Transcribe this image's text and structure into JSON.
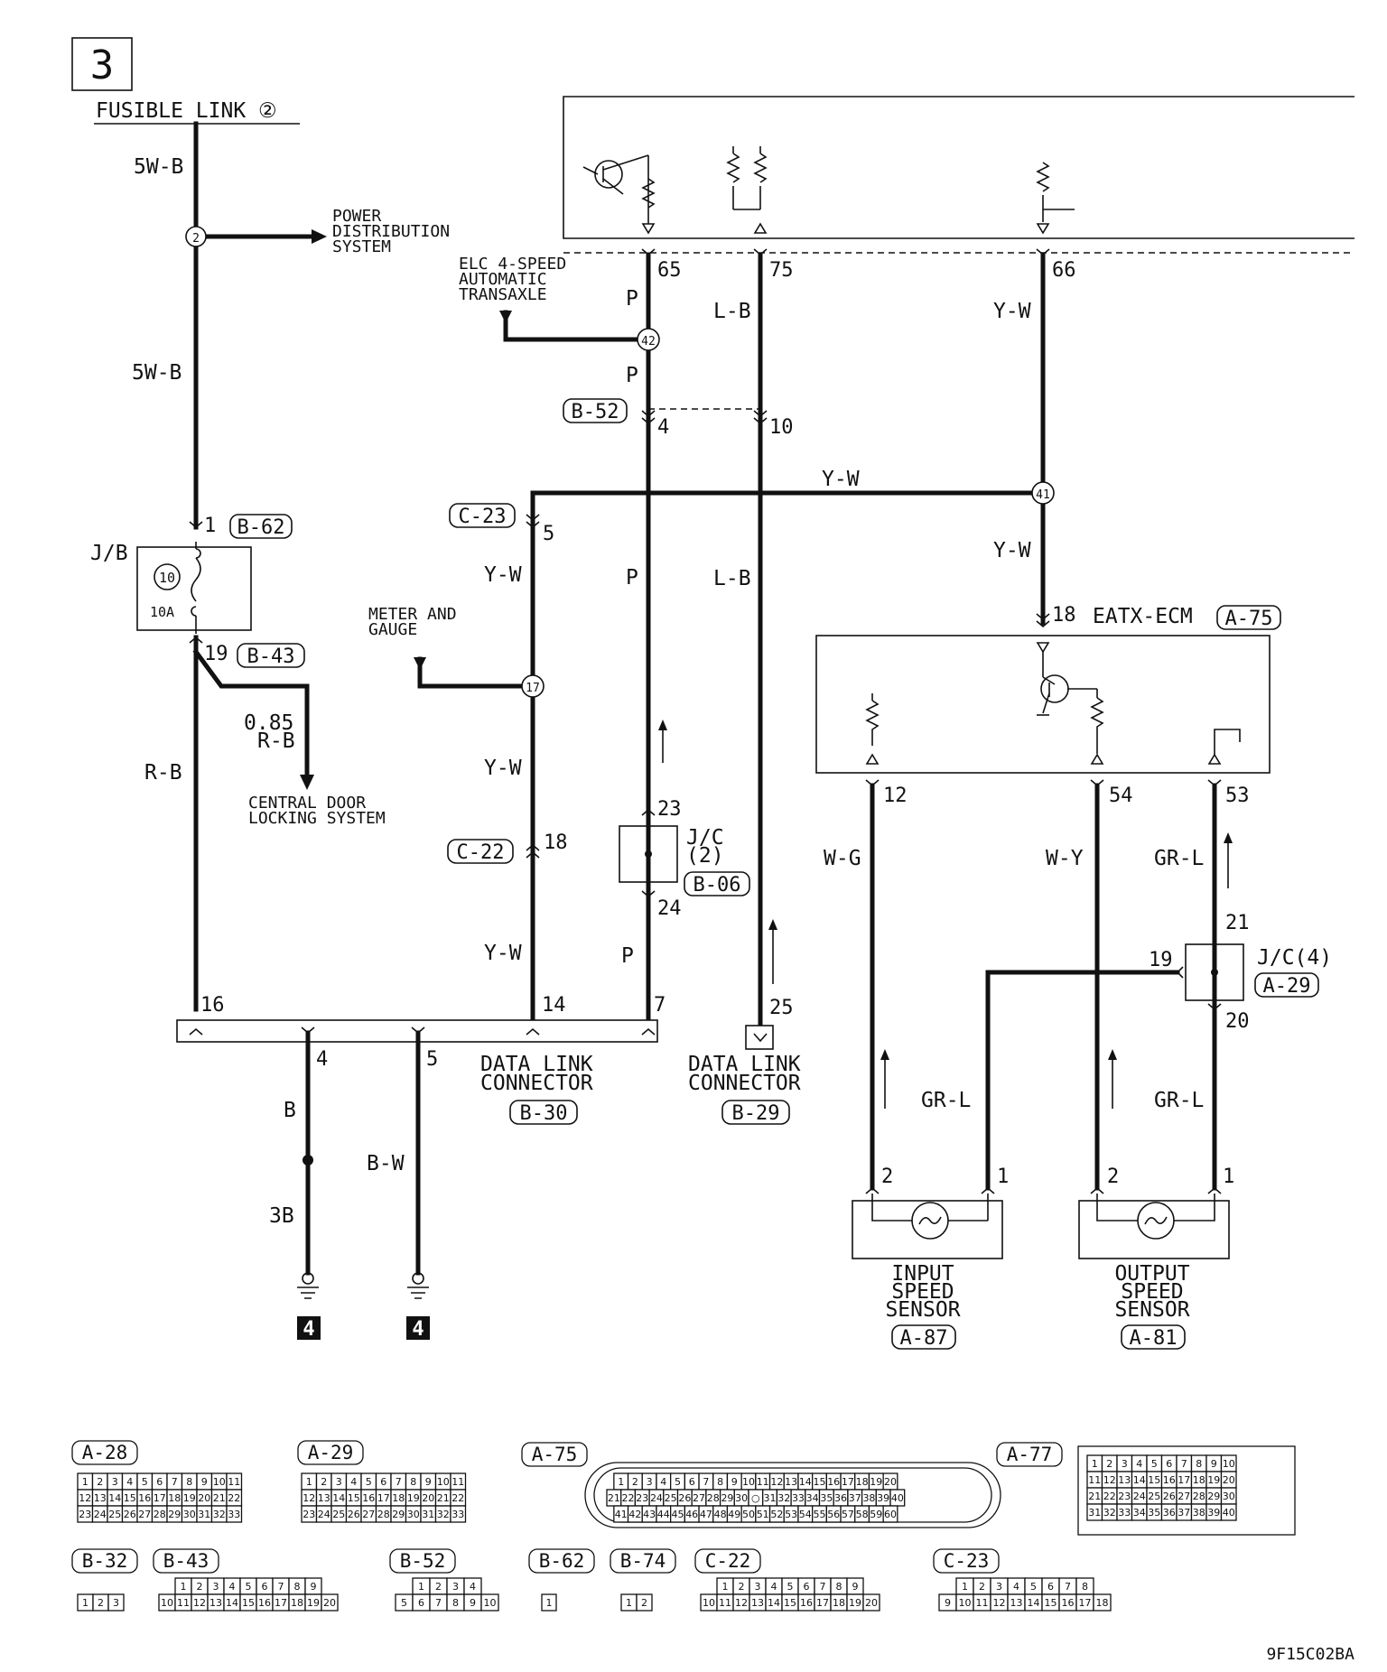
{
  "page_number": "3",
  "diagram_code": "9F15C02BA",
  "fusible_link": "FUSIBLE LINK ②",
  "wires": {
    "w5wb_top": "5W-B",
    "w5wb_mid": "5W-B",
    "rb": "R-B",
    "p65": "P",
    "p42": "P",
    "p_mid": "P",
    "p_low": "P",
    "lb75": "L-B",
    "lb_mid": "L-B",
    "yw66": "Y-W",
    "yw_h": "Y-W",
    "yw41": "Y-W",
    "yw_c23": "Y-W",
    "yw_mg": "Y-W",
    "yw_c22": "Y-W",
    "wg": "W-G",
    "wy": "W-Y",
    "grl53": "GR-L",
    "grl_in": "GR-L",
    "grl_out": "GR-L",
    "b": "B",
    "b3": "3B",
    "bw": "B-W",
    "rb085_a": "0.85",
    "rb085_b": "R-B"
  },
  "labels": {
    "power_dist": [
      "POWER",
      "DISTRIBUTION",
      "SYSTEM"
    ],
    "elc": [
      "ELC 4-SPEED",
      "AUTOMATIC",
      "TRANSAXLE"
    ],
    "meter": [
      "METER AND",
      "GAUGE"
    ],
    "central": [
      "CENTRAL DOOR",
      "LOCKING SYSTEM"
    ],
    "jb": "J/B",
    "fuse_no": "10",
    "fuse_amp": "10A",
    "jc2": [
      "J/C",
      "(2)"
    ],
    "jc4": "J/C(4)",
    "eatx": "EATX-ECM",
    "dlc1": [
      "DATA LINK",
      "CONNECTOR"
    ],
    "dlc2": [
      "DATA LINK",
      "CONNECTOR"
    ],
    "input_sensor": [
      "INPUT",
      "SPEED",
      "SENSOR"
    ],
    "output_sensor": [
      "OUTPUT",
      "SPEED",
      "SENSOR"
    ],
    "ground_ref": "4"
  },
  "connectors": {
    "b62": "B-62",
    "b43": "B-43",
    "b52": "B-52",
    "c23": "C-23",
    "c22": "C-22",
    "b06": "B-06",
    "a75": "A-75",
    "a29": "A-29",
    "b30": "B-30",
    "b29": "B-29",
    "a87": "A-87",
    "a81": "A-81"
  },
  "junctions": {
    "j2": "2",
    "j42": "42",
    "j41": "41",
    "j17": "17"
  },
  "pins": {
    "p65": "65",
    "p75": "75",
    "p66": "66",
    "p4a": "4",
    "p10": "10",
    "p1": "1",
    "p19": "19",
    "p5": "5",
    "p18": "18",
    "p18b": "18",
    "p23": "23",
    "p24": "24",
    "p16": "16",
    "p14": "14",
    "p7": "7",
    "p4": "4",
    "p5b": "5",
    "p25": "25",
    "p12": "12",
    "p54": "54",
    "p53": "53",
    "p21": "21",
    "p19b": "19",
    "p20": "20",
    "s_in2": "2",
    "s_in1": "1",
    "s_out2": "2",
    "s_out1": "1"
  },
  "legend": {
    "a28": {
      "label": "A-28",
      "rows": [
        [
          "1",
          "2",
          "3",
          "4",
          "5",
          "6",
          "7",
          "8",
          "9",
          "10",
          "11"
        ],
        [
          "12",
          "13",
          "14",
          "15",
          "16",
          "17",
          "18",
          "19",
          "20",
          "21",
          "22"
        ],
        [
          "23",
          "24",
          "25",
          "26",
          "27",
          "28",
          "29",
          "30",
          "31",
          "32",
          "33"
        ]
      ]
    },
    "a29": {
      "label": "A-29",
      "rows": [
        [
          "1",
          "2",
          "3",
          "4",
          "5",
          "6",
          "7",
          "8",
          "9",
          "10",
          "11"
        ],
        [
          "12",
          "13",
          "14",
          "15",
          "16",
          "17",
          "18",
          "19",
          "20",
          "21",
          "22"
        ],
        [
          "23",
          "24",
          "25",
          "26",
          "27",
          "28",
          "29",
          "30",
          "31",
          "32",
          "33"
        ]
      ]
    },
    "a75": {
      "label": "A-75",
      "rows": [
        [
          "1",
          "2",
          "3",
          "4",
          "5",
          "6",
          "7",
          "8",
          "9",
          "10",
          "11",
          "12",
          "13",
          "14",
          "15",
          "16",
          "17",
          "18",
          "19",
          "20"
        ],
        [
          "21",
          "22",
          "23",
          "24",
          "25",
          "26",
          "27",
          "28",
          "29",
          "30",
          "○",
          "31",
          "32",
          "33",
          "34",
          "35",
          "36",
          "37",
          "38",
          "39",
          "40"
        ],
        [
          "41",
          "42",
          "43",
          "44",
          "45",
          "46",
          "47",
          "48",
          "49",
          "50",
          "51",
          "52",
          "53",
          "54",
          "55",
          "56",
          "57",
          "58",
          "59",
          "60"
        ]
      ]
    },
    "a77": {
      "label": "A-77",
      "rows": [
        [
          "1",
          "2",
          "3",
          "4",
          "5",
          "6",
          "7",
          "8",
          "9",
          "10"
        ],
        [
          "11",
          "12",
          "13",
          "14",
          "15",
          "16",
          "17",
          "18",
          "19",
          "20"
        ],
        [
          "21",
          "22",
          "23",
          "24",
          "25",
          "26",
          "27",
          "28",
          "29",
          "30"
        ],
        [
          "31",
          "32",
          "33",
          "34",
          "35",
          "36",
          "37",
          "38",
          "39",
          "40"
        ]
      ]
    },
    "b32": {
      "label": "B-32",
      "rows": [
        [
          "1",
          "2",
          "3"
        ]
      ]
    },
    "b43": {
      "label": "B-43",
      "rows": [
        [
          "1",
          "2",
          "3",
          "4",
          "5",
          "6",
          "7",
          "8",
          "9"
        ],
        [
          "10",
          "11",
          "12",
          "13",
          "14",
          "15",
          "16",
          "17",
          "18",
          "19",
          "20"
        ]
      ]
    },
    "b52": {
      "label": "B-52",
      "rows": [
        [
          "1",
          "2",
          "3",
          "4"
        ],
        [
          "5",
          "6",
          "7",
          "8",
          "9",
          "10"
        ]
      ]
    },
    "b62": {
      "label": "B-62",
      "rows": [
        [
          "1"
        ]
      ]
    },
    "b74": {
      "label": "B-74",
      "rows": [
        [
          "1",
          "2"
        ]
      ]
    },
    "c22": {
      "label": "C-22",
      "rows": [
        [
          "1",
          "2",
          "3",
          "4",
          "5",
          "6",
          "7",
          "8",
          "9"
        ],
        [
          "10",
          "11",
          "12",
          "13",
          "14",
          "15",
          "16",
          "17",
          "18",
          "19",
          "20"
        ]
      ]
    },
    "c23": {
      "label": "C-23",
      "rows": [
        [
          "1",
          "2",
          "3",
          "4",
          "5",
          "6",
          "7",
          "8"
        ],
        [
          "9",
          "10",
          "11",
          "12",
          "13",
          "14",
          "15",
          "16",
          "17",
          "18"
        ]
      ]
    }
  }
}
